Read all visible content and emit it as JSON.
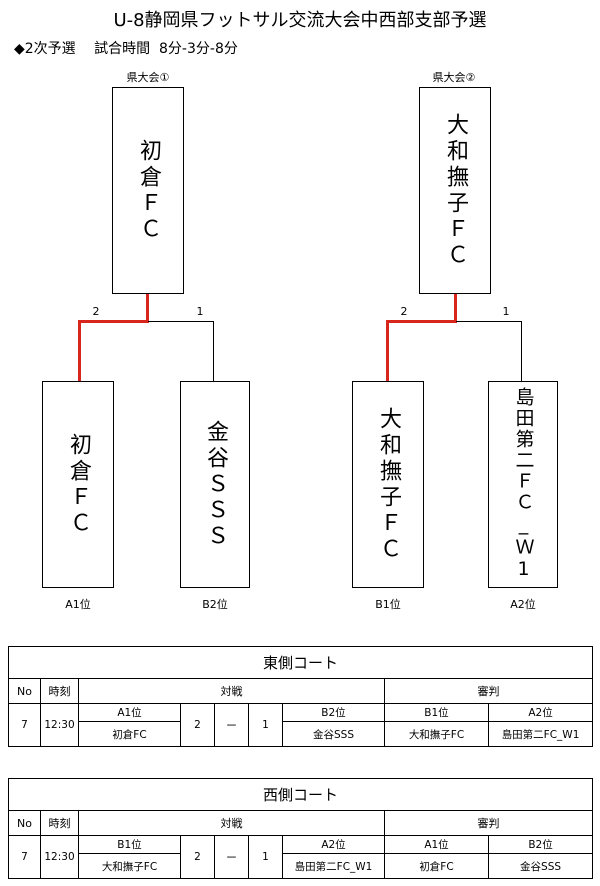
{
  "title": "U-8静岡県フットサル交流大会中西部支部予選",
  "subtitle": "◆2次予選　 試合時間  8分-3分-8分",
  "bracket1": {
    "top_label": "県大会①",
    "winner": "初倉ＦＣ",
    "left_score": "2",
    "right_score": "1",
    "left_team": "初倉ＦＣ",
    "right_team": "金谷ＳＳＳ",
    "left_seed": "A1位",
    "right_seed": "B2位"
  },
  "bracket2": {
    "top_label": "県大会②",
    "winner": "大和撫子ＦＣ",
    "left_score": "2",
    "right_score": "1",
    "left_team": "大和撫子ＦＣ",
    "right_team": "島田第二ＦＣ_Ｗ1",
    "left_seed": "B1位",
    "right_seed": "A2位"
  },
  "east": {
    "court": "東側コート",
    "col_no": "No",
    "col_time": "時刻",
    "col_match": "対戦",
    "col_ref": "審判",
    "no": "7",
    "time": "12:30",
    "seed1": "A1位",
    "team1": "初倉FC",
    "score1": "2",
    "dash": "ー",
    "score2": "1",
    "seed2": "B2位",
    "team2": "金谷SSS",
    "ref_seed1": "B1位",
    "ref1": "大和撫子FC",
    "ref_seed2": "A2位",
    "ref2": "島田第二FC_W1"
  },
  "west": {
    "court": "西側コート",
    "col_no": "No",
    "col_time": "時刻",
    "col_match": "対戦",
    "col_ref": "審判",
    "no": "7",
    "time": "12:30",
    "seed1": "B1位",
    "team1": "大和撫子FC",
    "score1": "2",
    "dash": "ー",
    "score2": "1",
    "seed2": "A2位",
    "team2": "島田第二FC_W1",
    "ref_seed1": "A1位",
    "ref1": "初倉FC",
    "ref_seed2": "B2位",
    "ref2": "金谷SSS"
  },
  "colors": {
    "winner_line": "#d9261c",
    "line": "#000000"
  }
}
